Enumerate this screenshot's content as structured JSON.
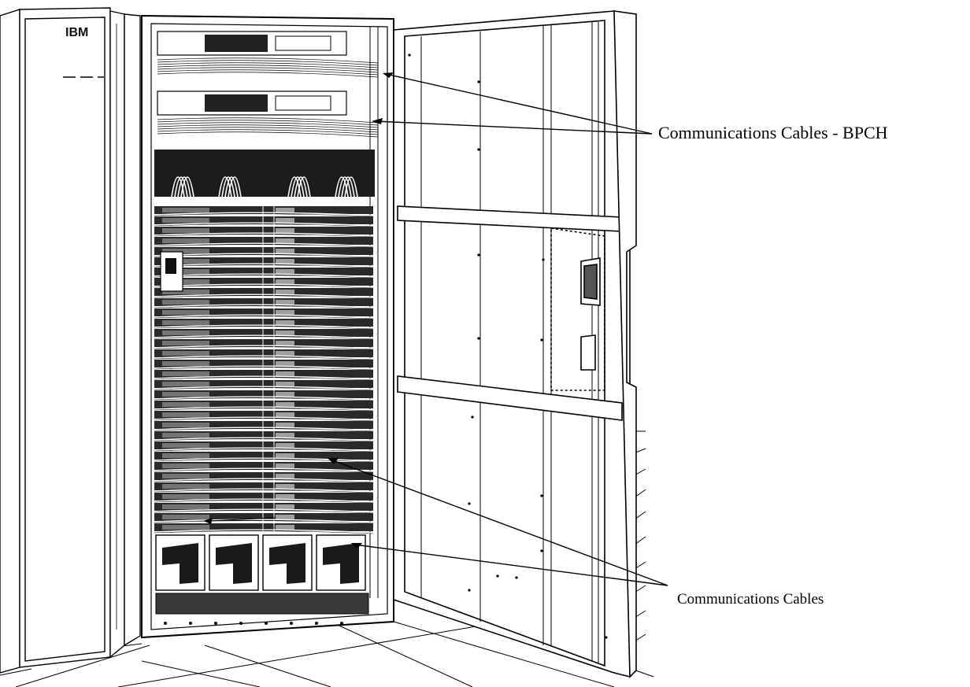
{
  "figure": {
    "logo": "IBM",
    "callouts": [
      {
        "id": "bpch",
        "label": "Communications Cables - BPCH"
      },
      {
        "id": "comm",
        "label": "Communications Cables"
      }
    ]
  },
  "colors": {
    "line": "#000000",
    "fill": "#ffffff",
    "dark": "#1a1a1a",
    "mid": "#6b6b6b"
  }
}
